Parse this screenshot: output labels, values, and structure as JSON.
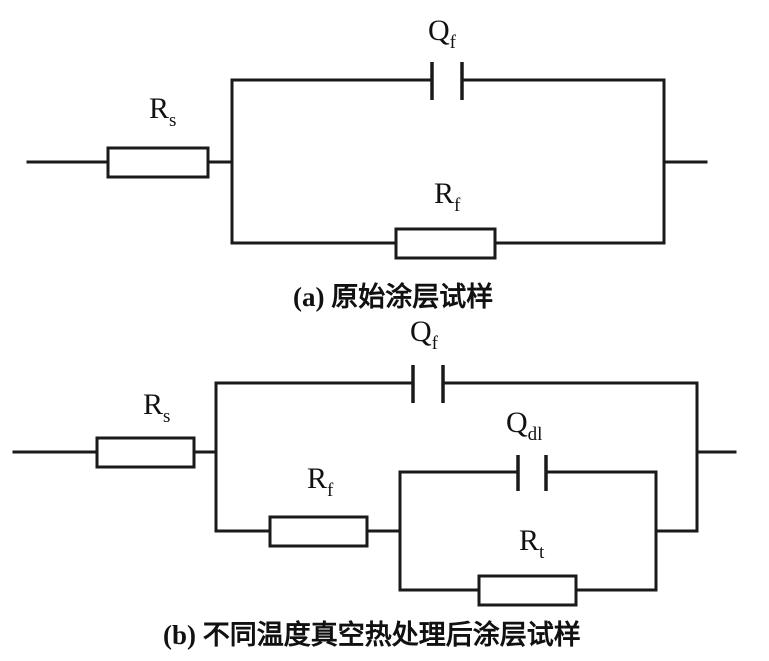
{
  "diagram_a": {
    "rs": {
      "main": "R",
      "sub": "s"
    },
    "qf": {
      "main": "Q",
      "sub": "f"
    },
    "rf": {
      "main": "R",
      "sub": "f"
    },
    "caption": "(a) 原始涂层试样"
  },
  "diagram_b": {
    "rs": {
      "main": "R",
      "sub": "s"
    },
    "qf": {
      "main": "Q",
      "sub": "f"
    },
    "qdl": {
      "main": "Q",
      "sub": "dl"
    },
    "rf": {
      "main": "R",
      "sub": "f"
    },
    "rt": {
      "main": "R",
      "sub": "t"
    },
    "caption": "(b) 不同温度真空热处理后涂层试样"
  }
}
